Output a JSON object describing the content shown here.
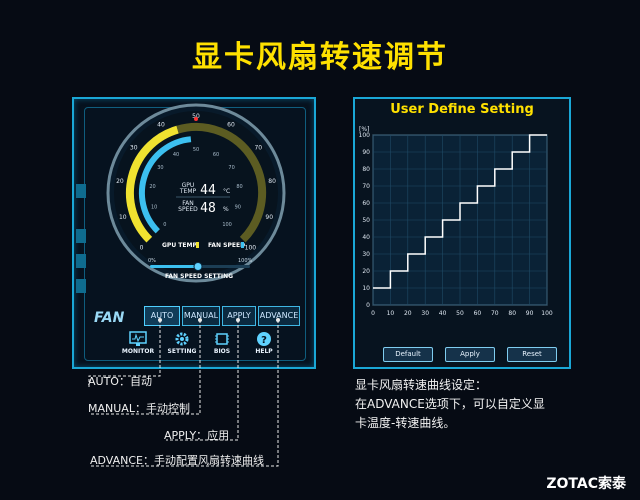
{
  "headline": "显卡风扇转速调节",
  "gauge": {
    "outer_ticks": [
      "0",
      "10",
      "20",
      "30",
      "40",
      "50",
      "60",
      "70",
      "80",
      "90",
      "100"
    ],
    "inner_ticks": [
      "0",
      "10",
      "20",
      "30",
      "40",
      "50",
      "60",
      "70",
      "80",
      "90",
      "100"
    ],
    "temp_label": "GPU\nTEMP",
    "temp_value": "44",
    "temp_unit": "°C",
    "speed_label": "FAN\nSPEED",
    "speed_value": "48",
    "speed_unit": "%",
    "legend_temp": "GPU TEMP",
    "legend_speed": "FAN SPEED",
    "slider_min": "0%",
    "slider_max": "100%",
    "slider_title": "FAN SPEED SETTING",
    "slider_level": 0.48,
    "gpu_temp_level": 0.44,
    "fan_speed_level": 0.48
  },
  "fan_logo": "FAN",
  "mode_buttons": [
    "AUTO",
    "MANUAL",
    "APPLY",
    "ADVANCE"
  ],
  "icon_buttons": [
    {
      "label": "MONITOR",
      "icon": "monitor-icon"
    },
    {
      "label": "SETTING",
      "icon": "gear-icon"
    },
    {
      "label": "BIOS",
      "icon": "chip-icon"
    },
    {
      "label": "HELP",
      "icon": "help-icon"
    }
  ],
  "annotations": {
    "auto": "AUTO：自动",
    "manual": "MANUAL：手动控制",
    "apply": "APPLY：应用",
    "advance": "ADVANCE：手动配置风扇转速曲线"
  },
  "curve_panel": {
    "title": "User Define Setting",
    "y_unit": "[%]",
    "buttons": [
      "Default",
      "Apply",
      "Reset"
    ]
  },
  "chart_data": {
    "type": "line",
    "title": "User Define Setting",
    "xlabel": "",
    "ylabel": "[%]",
    "xlim": [
      0,
      100
    ],
    "ylim": [
      0,
      100
    ],
    "x_ticks": [
      0,
      10,
      20,
      30,
      40,
      50,
      60,
      70,
      80,
      90,
      100
    ],
    "y_ticks": [
      0,
      10,
      20,
      30,
      40,
      50,
      60,
      70,
      80,
      90,
      100
    ],
    "grid": true,
    "step_points": [
      [
        0,
        10
      ],
      [
        10,
        10
      ],
      [
        10,
        20
      ],
      [
        20,
        20
      ],
      [
        20,
        30
      ],
      [
        30,
        30
      ],
      [
        30,
        40
      ],
      [
        40,
        40
      ],
      [
        40,
        50
      ],
      [
        50,
        50
      ],
      [
        50,
        60
      ],
      [
        60,
        60
      ],
      [
        60,
        70
      ],
      [
        70,
        70
      ],
      [
        70,
        80
      ],
      [
        80,
        80
      ],
      [
        80,
        90
      ],
      [
        90,
        90
      ],
      [
        90,
        100
      ],
      [
        100,
        100
      ]
    ]
  },
  "description": [
    "显卡风扇转速曲线设定：",
    "在ADVANCE选项下，可以自定义显",
    "卡温度-转速曲线。"
  ],
  "brand": "ZOTAC索泰",
  "colors": {
    "accent": "#ffe100",
    "panel_border": "#1aa7d6",
    "gauge_blue": "#3cc0f0",
    "gauge_yellow": "#f0e230"
  }
}
